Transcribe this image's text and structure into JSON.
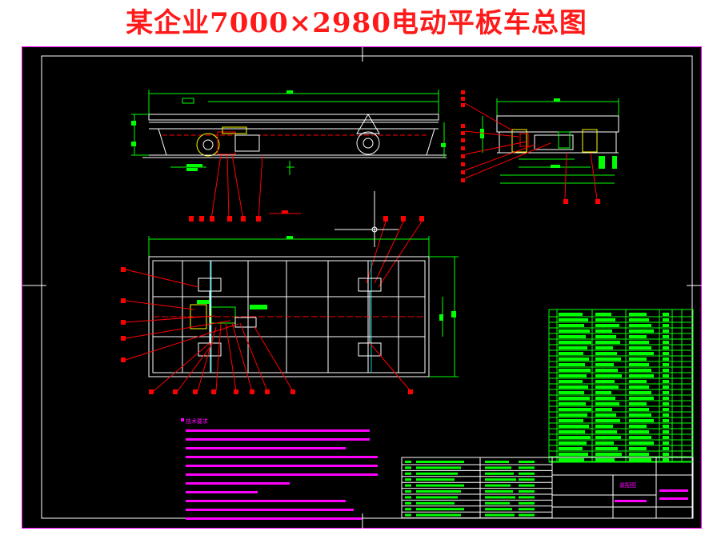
{
  "title": "某企业7000×2980电动平板车总图",
  "colors": {
    "title": "#ff1a1a",
    "background": "#000000",
    "frame": "#ff00ff",
    "drawing": "#ffffff",
    "dimension": "#00ff00",
    "leader": "#ff0000",
    "notes": "#ff00ff",
    "table": "#00ff00"
  },
  "notes_heading": "技术要求",
  "notes_count": 11,
  "table_stamp": "装配图"
}
